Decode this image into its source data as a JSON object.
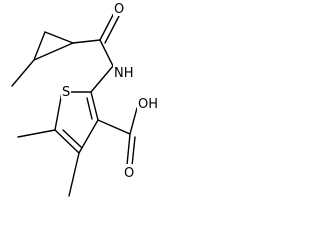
{
  "molecule": {
    "atom_labels": {
      "oxygen_amide": "O",
      "nitrogen": "NH",
      "sulfur": "S",
      "hydroxyl": "OH",
      "oxygen_acid": "O"
    }
  },
  "colors": {
    "bond": "#000000",
    "label": "#000000",
    "background": "#ffffff"
  }
}
